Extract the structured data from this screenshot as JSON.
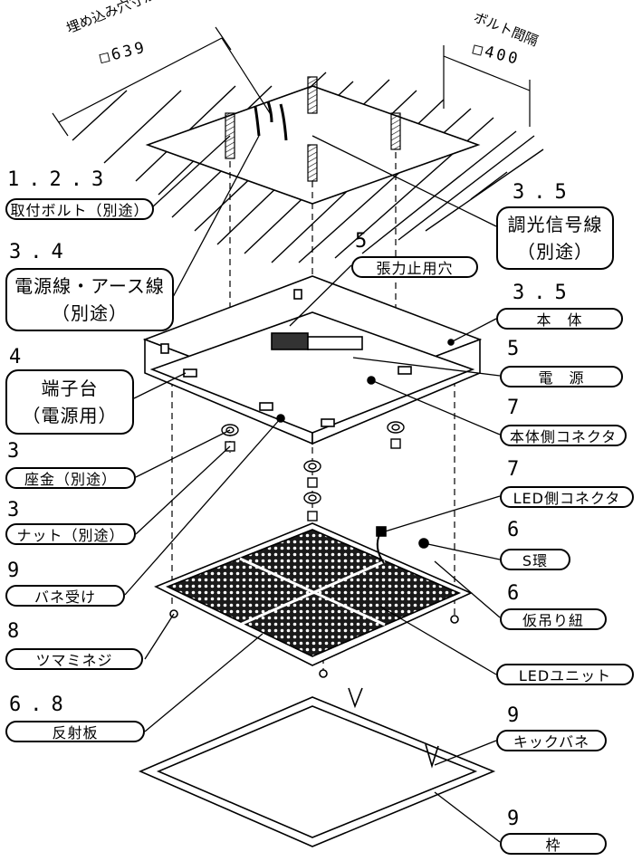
{
  "dimensions": {
    "cutout_label": "埋め込み穴寸法",
    "cutout_value": "□639",
    "bolt_label": "ボルト間隔",
    "bolt_value": "□400"
  },
  "callouts": {
    "mount_bolt": {
      "num": "1.2.3",
      "label": "取付ボルト（別途）"
    },
    "dimming_wire": {
      "num": "3.5",
      "line1": "調光信号線",
      "line2": "（別途）"
    },
    "power_wire": {
      "num": "3.4",
      "line1": "電源線・アース線",
      "line2": "（別途）"
    },
    "stop_hole": {
      "num": "5",
      "label": "張力止用穴"
    },
    "body": {
      "num": "3.5",
      "label": "本　体"
    },
    "terminal": {
      "num": "4",
      "line1": "端子台",
      "line2": "（電源用）"
    },
    "power_supply": {
      "num": "5",
      "label": "電　源"
    },
    "body_connector": {
      "num": "7",
      "label": "本体側コネクタ"
    },
    "washer": {
      "num": "3",
      "label": "座金（別途）"
    },
    "led_connector": {
      "num": "7",
      "label": "LED側コネクタ"
    },
    "nut": {
      "num": "3",
      "label": "ナット（別途）"
    },
    "s_ring": {
      "num": "6",
      "label": "S環"
    },
    "spring_holder": {
      "num": "9",
      "label": "バネ受け"
    },
    "temp_cord": {
      "num": "6",
      "label": "仮吊り紐"
    },
    "knob_screw": {
      "num": "8",
      "label": "ツマミネジ"
    },
    "led_unit": {
      "label": "LEDユニット"
    },
    "reflector": {
      "num": "6.8",
      "label": "反射板"
    },
    "kick_spring": {
      "num": "9",
      "label": "キックバネ"
    },
    "frame": {
      "num": "9",
      "label": "枠"
    }
  }
}
